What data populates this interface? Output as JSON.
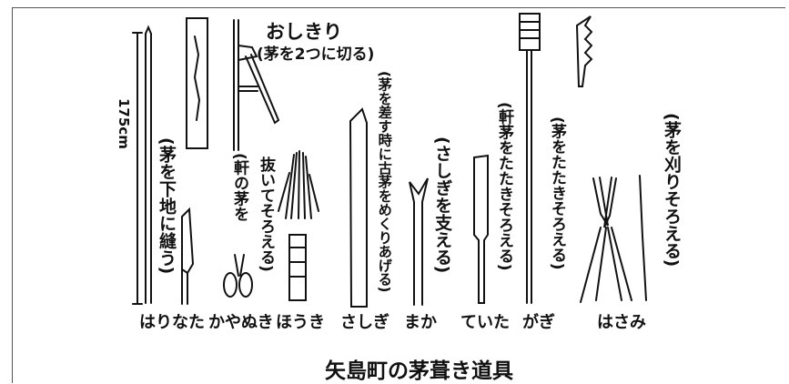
{
  "height_marker": "175cm",
  "oshikiri": {
    "name": "おしきり",
    "note": "(茅を2つに切る)"
  },
  "notes": {
    "harinata": "(茅を下地に縫う)",
    "kayanuki": "(軒の茅を",
    "houki": "抜いてそろえる)",
    "sashigi": "(茅を差す時に古茅をめくりあげる)",
    "maka": "(さしぎを支える)",
    "teita": "(軒茅をたたきそろえる)",
    "gagi": "(茅をたたきそろえる)",
    "hasami": "(茅を刈りそろえる)"
  },
  "tool_labels": {
    "harinata": "はりなた",
    "kayanuki": "かやぬき",
    "houki": "ほうき",
    "sashigi": "さしぎ",
    "maka": "まか",
    "teita": "ていた",
    "gagi": "がぎ",
    "hasami": "はさみ"
  },
  "caption": "矢島町の茅葺き道具"
}
